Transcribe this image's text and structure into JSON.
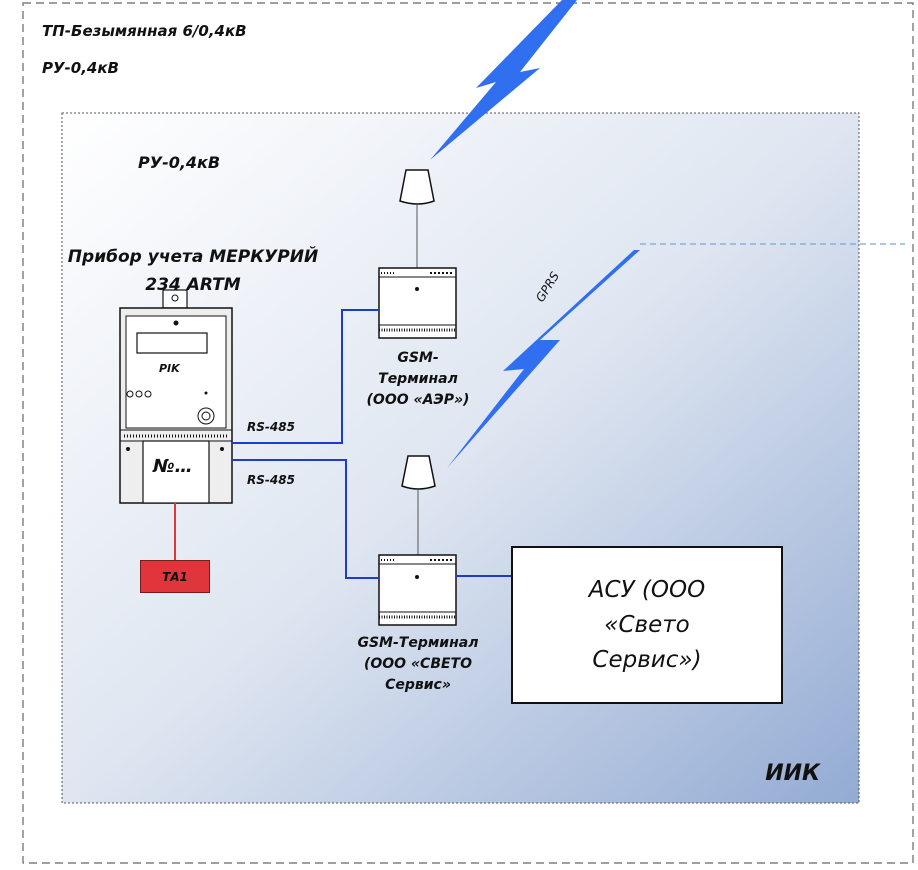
{
  "outer": {
    "title": "ТП-Безымянная 6/0,4кВ",
    "subtitle": "РУ-0,4кВ"
  },
  "inner": {
    "title": "РУ-0,4кВ",
    "corner_label": "ИИК"
  },
  "meter": {
    "title": "Прибор учета МЕРКУРИЙ 234 ARTM",
    "brand": "PIK",
    "serial_label": "№…"
  },
  "links": {
    "rs485_top": "RS-485",
    "rs485_bottom": "RS-485",
    "gprs": "GPRS"
  },
  "terminal_top": {
    "label": "GSM-Терминал (ООО «АЭР»)"
  },
  "terminal_bottom": {
    "label": "GSM-Терминал (ООО «СВЕТО Сервис»"
  },
  "asu": {
    "label": "АСУ (ООО «Свето Сервис»)"
  },
  "ta": {
    "label": "ТА1"
  },
  "colors": {
    "blue_wire": "#1f3cc8",
    "lightning": "#2f6ff0",
    "red": "#e0353a",
    "panel_gradient_end": "#93abd3"
  }
}
